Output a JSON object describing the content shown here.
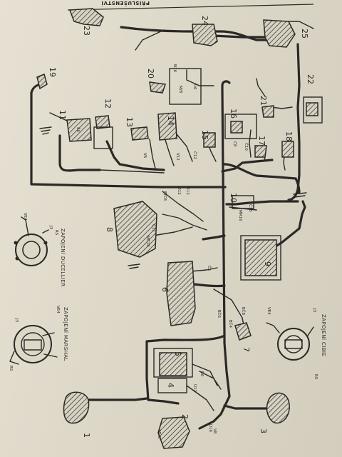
{
  "header": {
    "title": "PŘÍSLUŠENSTVÍ"
  },
  "components": [
    {
      "id": "c1",
      "number": "1"
    },
    {
      "id": "c2",
      "number": "2"
    },
    {
      "id": "c3",
      "number": "3"
    },
    {
      "id": "c4",
      "number": "4"
    },
    {
      "id": "c5",
      "number": "5"
    },
    {
      "id": "c6",
      "number": "6"
    },
    {
      "id": "c7",
      "number": "7"
    },
    {
      "id": "c8",
      "number": "8"
    },
    {
      "id": "c9",
      "number": "9"
    },
    {
      "id": "c10",
      "number": "10"
    },
    {
      "id": "c11",
      "number": "11"
    },
    {
      "id": "c12",
      "number": "12"
    },
    {
      "id": "c13",
      "number": "13"
    },
    {
      "id": "c14",
      "number": "14"
    },
    {
      "id": "c15",
      "number": "15"
    },
    {
      "id": "c16",
      "number": "16"
    },
    {
      "id": "c17",
      "number": "17"
    },
    {
      "id": "c18",
      "number": "18"
    },
    {
      "id": "c19",
      "number": "19"
    },
    {
      "id": "c20",
      "number": "20"
    },
    {
      "id": "c21",
      "number": "21"
    },
    {
      "id": "c22",
      "number": "22"
    },
    {
      "id": "c23",
      "number": "23"
    },
    {
      "id": "c24",
      "number": "24"
    },
    {
      "id": "c25",
      "number": "25"
    }
  ],
  "insets": [
    {
      "id": "marshal",
      "caption": "ZAPOJENÍ MARSHAL",
      "labels": [
        "J3",
        "VE4",
        "RS"
      ]
    },
    {
      "id": "ducellier",
      "caption": "ZAPOJENÍ DUCELLIER",
      "labels": [
        "VE4",
        "J3",
        "RS"
      ]
    },
    {
      "id": "cibie",
      "caption": "ZAPOJENÍ CIBIE",
      "labels": [
        "VE4",
        "J3",
        "RS"
      ]
    }
  ],
  "wire_labels": [
    "MÚ8",
    "Ú16",
    "V8",
    "R6",
    "Ú12",
    "N16",
    "M/8",
    "Ú6",
    "Š6",
    "R12",
    "V12",
    "V6",
    "Č8",
    "Č10",
    "Č12",
    "B12",
    "B/C8",
    "BČ6",
    "BČ8",
    "MČ18",
    "Č11",
    "Č15",
    "MR16",
    "Č5",
    "BČ4"
  ]
}
